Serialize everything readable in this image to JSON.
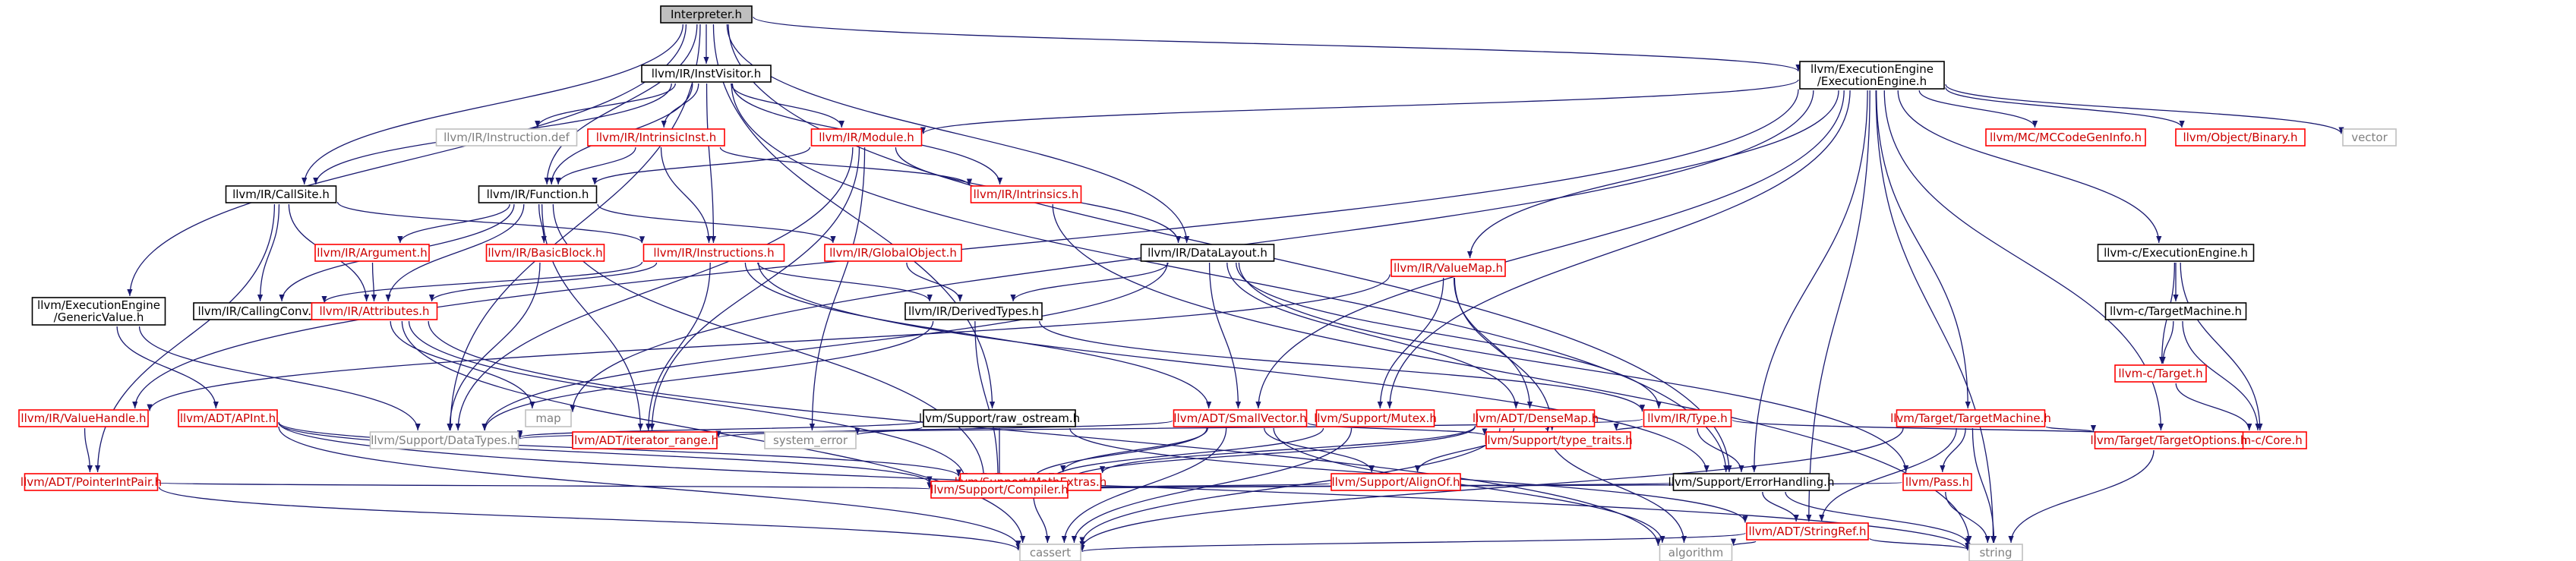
{
  "diagram": {
    "title": "Interpreter.h include dependency graph",
    "styles": {
      "root": {
        "fill": "#bfbfbf",
        "stroke": "#000000",
        "text": "#000000"
      },
      "doc": {
        "fill": "#ffffff",
        "stroke": "#000000",
        "text": "#000000"
      },
      "red": {
        "fill": "#ffffff",
        "stroke": "#ff0000",
        "text": "#cc0000"
      },
      "ext": {
        "fill": "#ffffff",
        "stroke": "#bfbfbf",
        "text": "#7f7f7f"
      }
    },
    "edge_color": "#191970",
    "nodes": [
      {
        "id": "interpreter",
        "lines": [
          "Interpreter.h"
        ],
        "style": "root"
      },
      {
        "id": "instvisitor",
        "lines": [
          "llvm/IR/InstVisitor.h"
        ],
        "style": "doc"
      },
      {
        "id": "execengine",
        "lines": [
          "llvm/ExecutionEngine",
          "/ExecutionEngine.h"
        ],
        "style": "doc"
      },
      {
        "id": "instruction_def",
        "lines": [
          "llvm/IR/Instruction.def"
        ],
        "style": "ext"
      },
      {
        "id": "intrinsicinst",
        "lines": [
          "llvm/IR/IntrinsicInst.h"
        ],
        "style": "red"
      },
      {
        "id": "module",
        "lines": [
          "llvm/IR/Module.h"
        ],
        "style": "red"
      },
      {
        "id": "mccodegeninfo",
        "lines": [
          "llvm/MC/MCCodeGenInfo.h"
        ],
        "style": "red"
      },
      {
        "id": "objbinary",
        "lines": [
          "llvm/Object/Binary.h"
        ],
        "style": "red"
      },
      {
        "id": "vector",
        "lines": [
          "vector"
        ],
        "style": "ext"
      },
      {
        "id": "callsite",
        "lines": [
          "llvm/IR/CallSite.h"
        ],
        "style": "doc"
      },
      {
        "id": "function",
        "lines": [
          "llvm/IR/Function.h"
        ],
        "style": "doc"
      },
      {
        "id": "intrinsics",
        "lines": [
          "llvm/IR/Intrinsics.h"
        ],
        "style": "red"
      },
      {
        "id": "argument",
        "lines": [
          "llvm/IR/Argument.h"
        ],
        "style": "red"
      },
      {
        "id": "basicblock",
        "lines": [
          "llvm/IR/BasicBlock.h"
        ],
        "style": "red"
      },
      {
        "id": "instructions",
        "lines": [
          "llvm/IR/Instructions.h"
        ],
        "style": "red"
      },
      {
        "id": "globalobject",
        "lines": [
          "llvm/IR/GlobalObject.h"
        ],
        "style": "red"
      },
      {
        "id": "datalayout",
        "lines": [
          "llvm/IR/DataLayout.h"
        ],
        "style": "doc"
      },
      {
        "id": "callingconv",
        "lines": [
          "llvm/IR/CallingConv.h"
        ],
        "style": "doc"
      },
      {
        "id": "attributes",
        "lines": [
          "llvm/IR/Attributes.h"
        ],
        "style": "red"
      },
      {
        "id": "derivedtypes",
        "lines": [
          "llvm/IR/DerivedTypes.h"
        ],
        "style": "doc"
      },
      {
        "id": "genericvalue",
        "lines": [
          "llvm/ExecutionEngine",
          "/GenericValue.h"
        ],
        "style": "doc"
      },
      {
        "id": "valuemap",
        "lines": [
          "llvm/IR/ValueMap.h"
        ],
        "style": "red"
      },
      {
        "id": "c_execengine",
        "lines": [
          "llvm-c/ExecutionEngine.h"
        ],
        "style": "doc"
      },
      {
        "id": "c_targetmachine",
        "lines": [
          "llvm-c/TargetMachine.h"
        ],
        "style": "doc"
      },
      {
        "id": "c_target",
        "lines": [
          "llvm-c/Target.h"
        ],
        "style": "red"
      },
      {
        "id": "c_core",
        "lines": [
          "llvm-c/Core.h"
        ],
        "style": "red"
      },
      {
        "id": "valuehandle",
        "lines": [
          "llvm/IR/ValueHandle.h"
        ],
        "style": "red"
      },
      {
        "id": "apint",
        "lines": [
          "llvm/ADT/APInt.h"
        ],
        "style": "red"
      },
      {
        "id": "map",
        "lines": [
          "map"
        ],
        "style": "ext"
      },
      {
        "id": "raw_ostream",
        "lines": [
          "llvm/Support/raw_ostream.h"
        ],
        "style": "doc"
      },
      {
        "id": "smallvector",
        "lines": [
          "llvm/ADT/SmallVector.h"
        ],
        "style": "red"
      },
      {
        "id": "mutex",
        "lines": [
          "llvm/Support/Mutex.h"
        ],
        "style": "red"
      },
      {
        "id": "densemap",
        "lines": [
          "llvm/ADT/DenseMap.h"
        ],
        "style": "red"
      },
      {
        "id": "type",
        "lines": [
          "llvm/IR/Type.h"
        ],
        "style": "red"
      },
      {
        "id": "targetmachine",
        "lines": [
          "llvm/Target/TargetMachine.h"
        ],
        "style": "red"
      },
      {
        "id": "pointerintpair",
        "lines": [
          "llvm/ADT/PointerIntPair.h"
        ],
        "style": "red"
      },
      {
        "id": "datatypes",
        "lines": [
          "llvm/Support/DataTypes.h"
        ],
        "style": "ext"
      },
      {
        "id": "iterator_range",
        "lines": [
          "llvm/ADT/iterator_range.h"
        ],
        "style": "red"
      },
      {
        "id": "system_error",
        "lines": [
          "system_error"
        ],
        "style": "ext"
      },
      {
        "id": "mathextras",
        "lines": [
          "llvm/Support/MathExtras.h"
        ],
        "style": "red"
      },
      {
        "id": "alignof",
        "lines": [
          "llvm/Support/AlignOf.h"
        ],
        "style": "red"
      },
      {
        "id": "type_traits",
        "lines": [
          "llvm/Support/type_traits.h"
        ],
        "style": "red"
      },
      {
        "id": "errorhandling",
        "lines": [
          "llvm/Support/ErrorHandling.h"
        ],
        "style": "doc"
      },
      {
        "id": "pass",
        "lines": [
          "llvm/Pass.h"
        ],
        "style": "red"
      },
      {
        "id": "targetoptions",
        "lines": [
          "llvm/Target/TargetOptions.h"
        ],
        "style": "red"
      },
      {
        "id": "compiler",
        "lines": [
          "llvm/Support/Compiler.h"
        ],
        "style": "red"
      },
      {
        "id": "stringref",
        "lines": [
          "llvm/ADT/StringRef.h"
        ],
        "style": "red"
      },
      {
        "id": "cassert",
        "lines": [
          "cassert"
        ],
        "style": "ext"
      },
      {
        "id": "algorithm",
        "lines": [
          "algorithm"
        ],
        "style": "ext"
      },
      {
        "id": "string",
        "lines": [
          "string"
        ],
        "style": "ext"
      }
    ],
    "edges": [
      [
        "interpreter",
        "instvisitor"
      ],
      [
        "interpreter",
        "execengine"
      ],
      [
        "interpreter",
        "callsite"
      ],
      [
        "interpreter",
        "function"
      ],
      [
        "interpreter",
        "datalayout"
      ],
      [
        "interpreter",
        "genericvalue"
      ],
      [
        "interpreter",
        "raw_ostream"
      ],
      [
        "interpreter",
        "errorhandling"
      ],
      [
        "interpreter",
        "datatypes"
      ],
      [
        "instvisitor",
        "instruction_def"
      ],
      [
        "instvisitor",
        "intrinsicinst"
      ],
      [
        "instvisitor",
        "module"
      ],
      [
        "instvisitor",
        "callsite"
      ],
      [
        "instvisitor",
        "function"
      ],
      [
        "instvisitor",
        "instructions"
      ],
      [
        "instvisitor",
        "intrinsics"
      ],
      [
        "instvisitor",
        "errorhandling"
      ],
      [
        "execengine",
        "module"
      ],
      [
        "execengine",
        "mccodegeninfo"
      ],
      [
        "execengine",
        "objbinary"
      ],
      [
        "execengine",
        "vector"
      ],
      [
        "execengine",
        "valuemap"
      ],
      [
        "execengine",
        "c_execengine"
      ],
      [
        "execengine",
        "targetmachine"
      ],
      [
        "execengine",
        "targetoptions"
      ],
      [
        "execengine",
        "smallvector"
      ],
      [
        "execengine",
        "mutex"
      ],
      [
        "execengine",
        "errorhandling"
      ],
      [
        "execengine",
        "stringref"
      ],
      [
        "execengine",
        "string"
      ],
      [
        "execengine",
        "map"
      ],
      [
        "execengine",
        "valuehandle"
      ],
      [
        "intrinsicinst",
        "function"
      ],
      [
        "intrinsicinst",
        "instructions"
      ],
      [
        "intrinsicinst",
        "intrinsics"
      ],
      [
        "module",
        "function"
      ],
      [
        "module",
        "datalayout"
      ],
      [
        "module",
        "iterator_range"
      ],
      [
        "module",
        "datatypes"
      ],
      [
        "module",
        "system_error"
      ],
      [
        "callsite",
        "instructions"
      ],
      [
        "callsite",
        "attributes"
      ],
      [
        "callsite",
        "callingconv"
      ],
      [
        "callsite",
        "pointerintpair"
      ],
      [
        "function",
        "argument"
      ],
      [
        "function",
        "basicblock"
      ],
      [
        "function",
        "callingconv"
      ],
      [
        "function",
        "attributes"
      ],
      [
        "function",
        "globalobject"
      ],
      [
        "function",
        "iterator_range"
      ],
      [
        "function",
        "compiler"
      ],
      [
        "intrinsics",
        "string"
      ],
      [
        "argument",
        "attributes"
      ],
      [
        "basicblock",
        "datatypes"
      ],
      [
        "instructions",
        "attributes"
      ],
      [
        "instructions",
        "callingconv"
      ],
      [
        "instructions",
        "derivedtypes"
      ],
      [
        "instructions",
        "iterator_range"
      ],
      [
        "instructions",
        "smallvector"
      ],
      [
        "instructions",
        "errorhandling"
      ],
      [
        "globalobject",
        "derivedtypes"
      ],
      [
        "datalayout",
        "derivedtypes"
      ],
      [
        "datalayout",
        "type"
      ],
      [
        "datalayout",
        "densemap"
      ],
      [
        "datalayout",
        "smallvector"
      ],
      [
        "datalayout",
        "datatypes"
      ],
      [
        "datalayout",
        "pass"
      ],
      [
        "attributes",
        "map"
      ],
      [
        "attributes",
        "compiler"
      ],
      [
        "attributes",
        "cassert"
      ],
      [
        "attributes",
        "algorithm"
      ],
      [
        "derivedtypes",
        "type"
      ],
      [
        "derivedtypes",
        "compiler"
      ],
      [
        "derivedtypes",
        "datatypes"
      ],
      [
        "genericvalue",
        "apint"
      ],
      [
        "genericvalue",
        "datatypes"
      ],
      [
        "valuemap",
        "densemap"
      ],
      [
        "valuemap",
        "mutex"
      ],
      [
        "valuemap",
        "type_traits"
      ],
      [
        "valuemap",
        "valuehandle"
      ],
      [
        "c_execengine",
        "c_target"
      ],
      [
        "c_execengine",
        "c_targetmachine"
      ],
      [
        "c_execengine",
        "c_core"
      ],
      [
        "c_targetmachine",
        "c_target"
      ],
      [
        "c_targetmachine",
        "c_core"
      ],
      [
        "c_target",
        "c_core"
      ],
      [
        "valuehandle",
        "pointerintpair"
      ],
      [
        "apint",
        "mathextras"
      ],
      [
        "apint",
        "compiler"
      ],
      [
        "apint",
        "cassert"
      ],
      [
        "apint",
        "string"
      ],
      [
        "raw_ostream",
        "compiler"
      ],
      [
        "raw_ostream",
        "datatypes"
      ],
      [
        "raw_ostream",
        "system_error"
      ],
      [
        "raw_ostream",
        "stringref"
      ],
      [
        "smallvector",
        "alignof"
      ],
      [
        "smallvector",
        "compiler"
      ],
      [
        "smallvector",
        "mathextras"
      ],
      [
        "smallvector",
        "type_traits"
      ],
      [
        "smallvector",
        "algorithm"
      ],
      [
        "smallvector",
        "cassert"
      ],
      [
        "smallvector",
        "iterator_range"
      ],
      [
        "mutex",
        "compiler"
      ],
      [
        "mutex",
        "cassert"
      ],
      [
        "densemap",
        "alignof"
      ],
      [
        "densemap",
        "compiler"
      ],
      [
        "densemap",
        "mathextras"
      ],
      [
        "densemap",
        "type_traits"
      ],
      [
        "densemap",
        "algorithm"
      ],
      [
        "densemap",
        "cassert"
      ],
      [
        "type",
        "errorhandling"
      ],
      [
        "type",
        "type_traits"
      ],
      [
        "type",
        "datatypes"
      ],
      [
        "type",
        "c_core"
      ],
      [
        "targetmachine",
        "pass"
      ],
      [
        "targetmachine",
        "targetoptions"
      ],
      [
        "targetmachine",
        "stringref"
      ],
      [
        "targetmachine",
        "cassert"
      ],
      [
        "targetmachine",
        "string"
      ],
      [
        "pointerintpair",
        "compiler"
      ],
      [
        "pointerintpair",
        "cassert"
      ],
      [
        "mathextras",
        "compiler"
      ],
      [
        "mathextras",
        "cassert"
      ],
      [
        "alignof",
        "compiler"
      ],
      [
        "errorhandling",
        "compiler"
      ],
      [
        "errorhandling",
        "stringref"
      ],
      [
        "errorhandling",
        "string"
      ],
      [
        "pass",
        "compiler"
      ],
      [
        "pass",
        "string"
      ],
      [
        "targetoptions",
        "string"
      ],
      [
        "stringref",
        "algorithm"
      ],
      [
        "stringref",
        "cassert"
      ],
      [
        "stringref",
        "string"
      ]
    ]
  }
}
